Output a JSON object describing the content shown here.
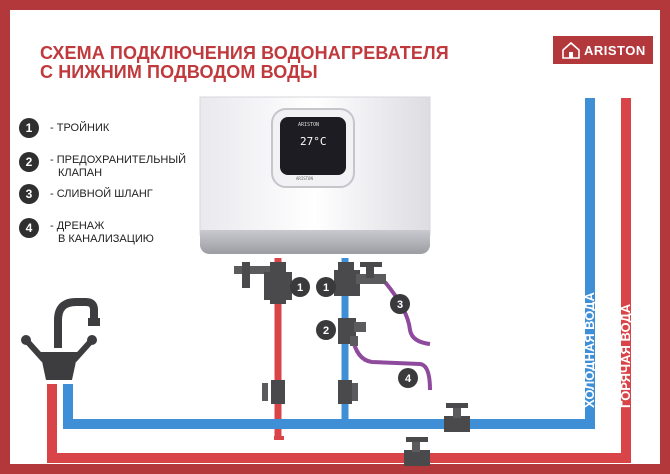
{
  "title": {
    "line1": "СХЕМА ПОДКЛЮЧЕНИЯ ВОДОНАГРЕВАТЕЛЯ",
    "line2": "С НИЖНИМ ПОДВОДОМ ВОДЫ"
  },
  "brand": {
    "name": "ARISTON",
    "icon": "house-icon"
  },
  "heater": {
    "logo": "ARISTON",
    "temperature": "27°C",
    "logo_small": "ARISTON"
  },
  "legend": [
    {
      "number": "1",
      "text": [
        "- ТРОЙНИК"
      ]
    },
    {
      "number": "2",
      "text": [
        "- ПРЕДОХРАНИТЕЛЬНЫЙ",
        "КЛАПАН"
      ]
    },
    {
      "number": "3",
      "text": [
        "- СЛИВНОЙ ШЛАНГ"
      ]
    },
    {
      "number": "4",
      "text": [
        "- ДРЕНАЖ",
        "В КАНАЛИЗАЦИЮ"
      ]
    }
  ],
  "pipes": {
    "cold_label": "ХОЛОДНАЯ ВОДА",
    "hot_label": "ГОРЯЧАЯ ВОДА",
    "cold_color": "#3e8fd6",
    "hot_color": "#d84447"
  },
  "markers": [
    "1",
    "1",
    "2",
    "3",
    "4"
  ],
  "colors": {
    "frame": "#b3383c",
    "accent": "#c0393d",
    "hose": "#8e4a9c"
  }
}
